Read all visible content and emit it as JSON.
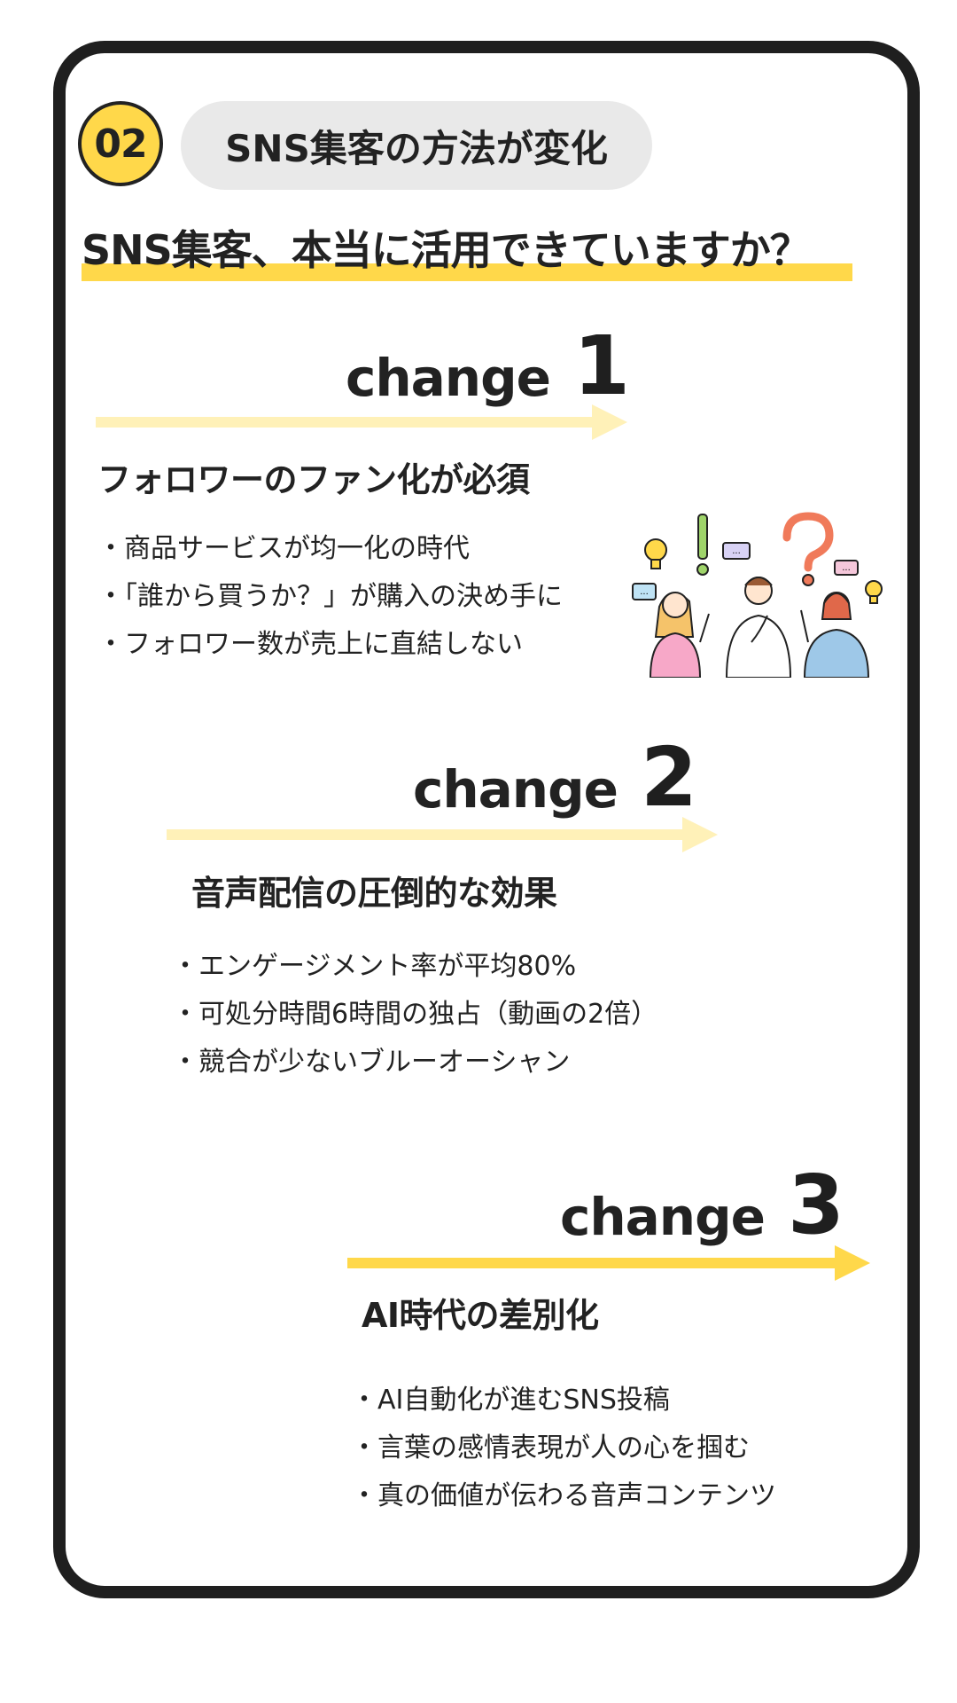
{
  "header": {
    "badge_number": "02",
    "badge_title": "SNS集客の方法が変化",
    "headline": "SNS集客、本当に活用できていますか？"
  },
  "changes": [
    {
      "word": "change",
      "number": "1",
      "title": "フォロワーのファン化が必須",
      "bullets": [
        "商品サービスが均一化の時代",
        "「誰から買うか？」が購入の決め手に",
        "フォロワー数が売上に直結しない"
      ]
    },
    {
      "word": "change",
      "number": "2",
      "title": "音声配信の圧倒的な効果",
      "bullets": [
        "エンゲージメント率が平均80%",
        "可処分時間6時間の独占（動画の2倍）",
        "競合が少ないブルーオーシャン"
      ]
    },
    {
      "word": "change",
      "number": "3",
      "title": "AI時代の差別化",
      "bullets": [
        "AI自動化が進むSNS投稿",
        "言葉の感情表現が人の心を掴む",
        "真の価値が伝わる音声コンテンツ"
      ]
    }
  ],
  "illustration": {
    "icon": "people-thinking-illustration",
    "bubble_text": "..."
  },
  "colors": {
    "accent": "#ffd84a",
    "arrow_light": "#fff1b8",
    "dark": "#1f1f1f",
    "pill": "#e9e9e9"
  }
}
